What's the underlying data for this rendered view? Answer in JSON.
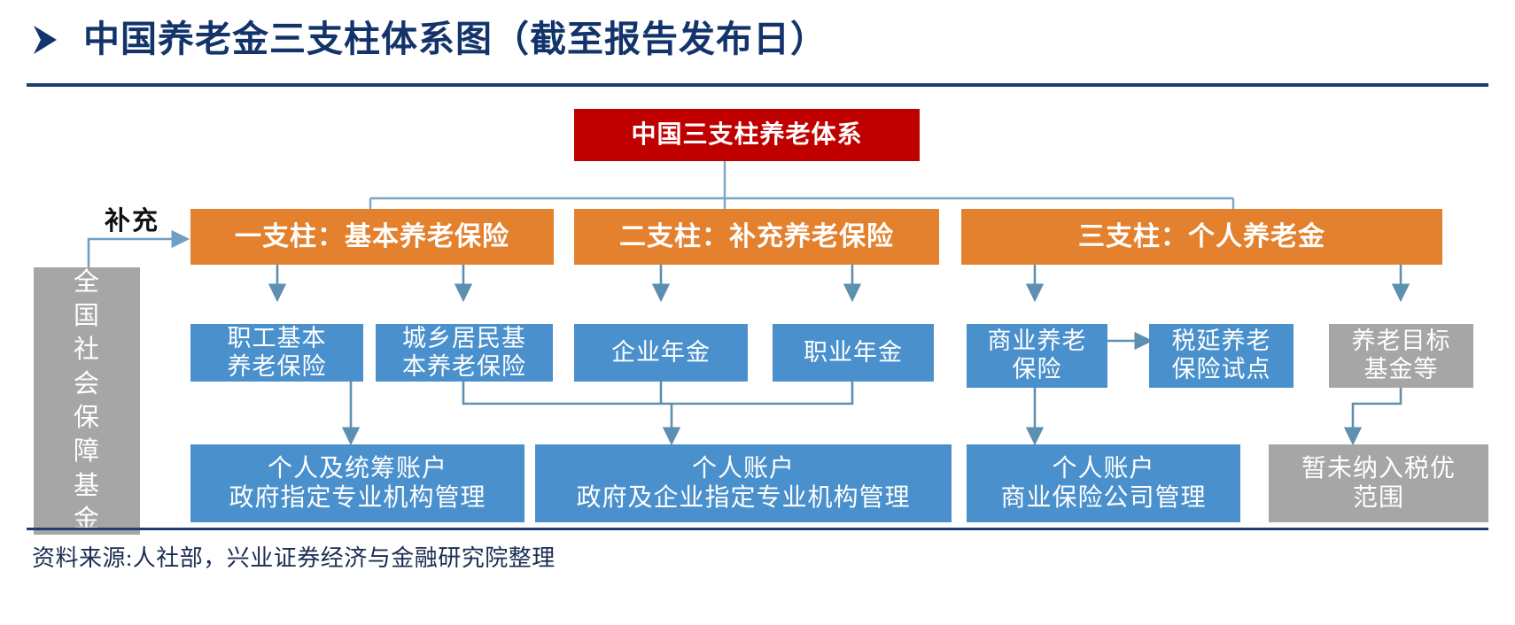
{
  "header": {
    "bullet_icon": "arrow-right-bullet-icon",
    "title": "中国养老金三支柱体系图（截至报告发布日）"
  },
  "footer": {
    "source": "资料来源:人社部，兴业证券经济与金融研究院整理"
  },
  "colors": {
    "root": "#c00000",
    "pillar": "#e4812e",
    "leaf_blue": "#4a90cc",
    "leaf_gray": "#a6a6a6",
    "connector": "#7aa6c2",
    "title": "#13336b",
    "rule": "#1f3c73"
  },
  "diagram": {
    "root": {
      "label": "中国三支柱养老体系"
    },
    "side_fund": {
      "label_lines": [
        "全",
        "国",
        "社",
        "会",
        "保",
        "障",
        "基",
        "金"
      ],
      "relation_label": "补充"
    },
    "pillars": [
      {
        "label": "一支柱：基本养老保险"
      },
      {
        "label": "二支柱：补充养老保险"
      },
      {
        "label": "三支柱：个人养老金"
      }
    ],
    "leaves": [
      {
        "lines": [
          "职工基本",
          "养老保险"
        ],
        "style": "blue"
      },
      {
        "lines": [
          "城乡居民基",
          "本养老保险"
        ],
        "style": "blue"
      },
      {
        "lines": [
          "企业年金"
        ],
        "style": "blue"
      },
      {
        "lines": [
          "职业年金"
        ],
        "style": "blue"
      },
      {
        "lines": [
          "商业养老",
          "保险"
        ],
        "style": "blue"
      },
      {
        "lines": [
          "税延养老",
          "保险试点"
        ],
        "style": "blue"
      },
      {
        "lines": [
          "养老目标",
          "基金等"
        ],
        "style": "gray"
      }
    ],
    "accounts": [
      {
        "lines": [
          "个人及统筹账户",
          "政府指定专业机构管理"
        ],
        "style": "blue"
      },
      {
        "lines": [
          "个人账户",
          "政府及企业指定专业机构管理"
        ],
        "style": "blue"
      },
      {
        "lines": [
          "个人账户",
          "商业保险公司管理"
        ],
        "style": "blue"
      },
      {
        "lines": [
          "暂未纳入税优",
          "范围"
        ],
        "style": "gray"
      }
    ]
  }
}
